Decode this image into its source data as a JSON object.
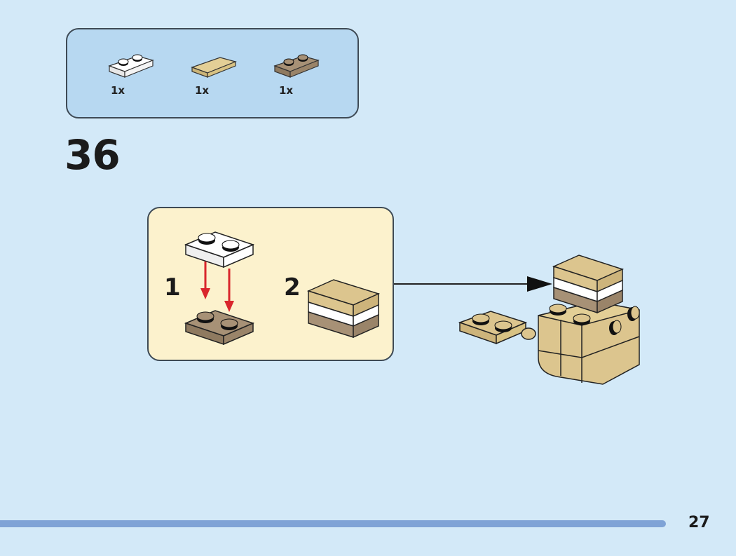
{
  "page": {
    "background": "#d3e9f8",
    "page_number": "27"
  },
  "parts_list": {
    "items": [
      {
        "name": "Plate 1x2 White",
        "color": "#ffffff",
        "qty": "1x",
        "icon": "plate-1x2-white-icon"
      },
      {
        "name": "Tile 1x2 Tan",
        "color": "#e3cf96",
        "qty": "1x",
        "icon": "tile-1x2-tan-icon"
      },
      {
        "name": "Plate 1x2 Dark Tan",
        "color": "#a79176",
        "qty": "1x",
        "icon": "plate-1x2-dark-tan-icon"
      }
    ]
  },
  "step": {
    "number": "36",
    "substeps": [
      {
        "number": "1",
        "description": "Attach white 1x2 plate onto dark tan 1x2 plate"
      },
      {
        "number": "2",
        "description": "Add tan tile on top of the white plate"
      }
    ]
  },
  "colors": {
    "tan": "#dcc58e",
    "dark_tan": "#a79176",
    "white": "#ffffff",
    "arrow_red": "#d9262c",
    "callout_bg": "#fcf2cd",
    "parts_bg": "#b7d8f1",
    "progress": "#7fa3d6"
  },
  "progress": {
    "fraction": 0.9
  }
}
